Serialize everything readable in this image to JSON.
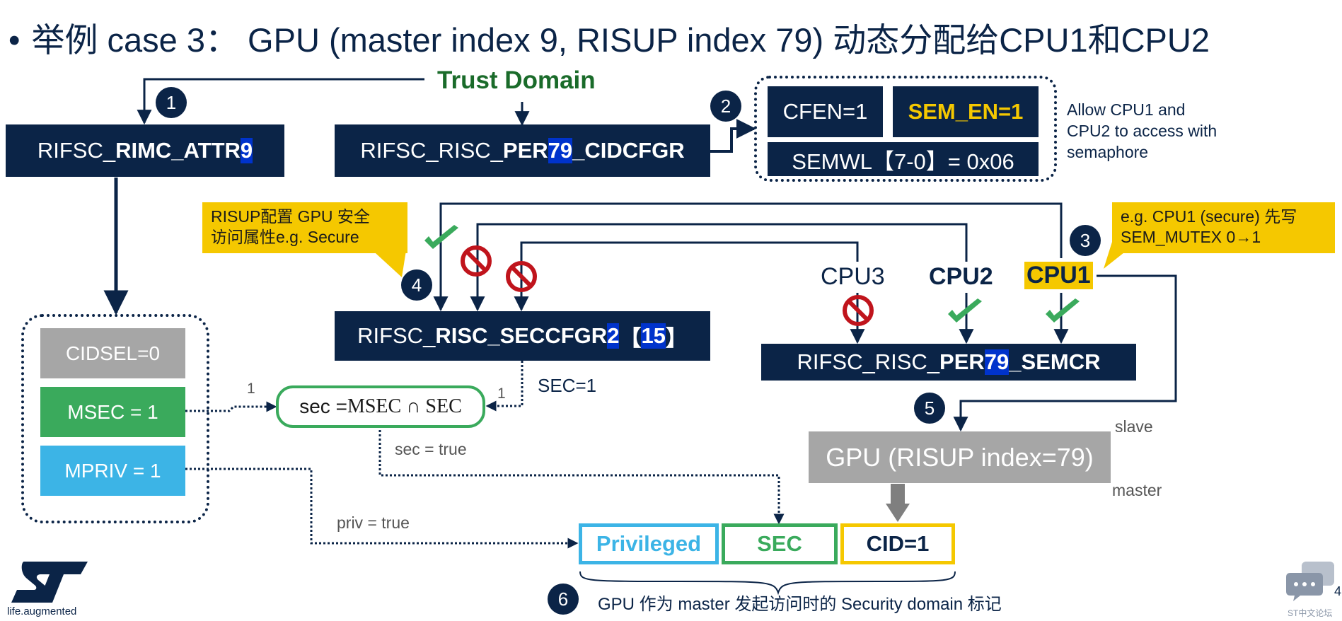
{
  "title": {
    "bullet": "•",
    "text": "举例 case 3：  GPU (master index 9, RISUP index 79) 动态分配给CPU1和CPU2"
  },
  "trust_domain": "Trust Domain",
  "steps": [
    "1",
    "2",
    "3",
    "4",
    "5",
    "6"
  ],
  "rimc": {
    "prefix": "RIFSC_",
    "bold": "RIMC_ATTR",
    "idx": "9"
  },
  "cidcfgr": {
    "prefix": "RIFSC_RISC_",
    "bold1": "PER",
    "idx": "79",
    "bold2": "_CIDCFGR"
  },
  "sem_box": {
    "cfen": "CFEN=1",
    "sem_en": "SEM_EN=1",
    "semwl": "SEMWL【7-0】= 0x06"
  },
  "allow_note": [
    "Allow CPU1 and",
    "CPU2 to access with",
    "semaphore"
  ],
  "callout_risup": [
    "RISUP配置 GPU 安全",
    "访问属性e.g. Secure"
  ],
  "callout_cpu1": [
    "e.g. CPU1 (secure) 先写",
    "SEM_MUTEX 0→1"
  ],
  "seccfgr": {
    "prefix": "RIFSC_",
    "bold": "RISC_SECCFGR",
    "idx": "2",
    "bracket_l": "【",
    "idx2": "15",
    "bracket_r": "】"
  },
  "semcr": {
    "prefix": "RIFSC_RISC_",
    "bold1": "PER",
    "idx": "79",
    "bold2": "_SEMCR"
  },
  "cpus": {
    "cpu3": "CPU3",
    "cpu2": "CPU2",
    "cpu1": "CPU1"
  },
  "attrs": {
    "cidsel": "CIDSEL=0",
    "msec": "MSEC = 1",
    "mpriv": "MPRIV = 1"
  },
  "sec_formula": {
    "left": "sec =",
    "right": "MSEC ∩ SEC"
  },
  "labels": {
    "one_a": "1",
    "one_b": "1",
    "sec1": "SEC=1",
    "sec_true": "sec = true",
    "priv_true": "priv = true",
    "slave": "slave",
    "master": "master"
  },
  "gpu": "GPU (RISUP index=79)",
  "domain_tags": {
    "privileged": "Privileged",
    "sec": "SEC",
    "cid": "CID=1"
  },
  "footnote": "GPU 作为 master 发起访问时的 Security domain 标记",
  "logo": {
    "mark": "ST",
    "tagline": "life.augmented"
  },
  "forum": "ST中文论坛",
  "page_number": "4",
  "colors": {
    "navy": "#0b2447",
    "yellow": "#f5c800",
    "green": "#3aaa5c",
    "blue": "#3cb4e6",
    "gray": "#a6a6a6",
    "red": "#c0141c",
    "highlight": "#0033cc"
  }
}
